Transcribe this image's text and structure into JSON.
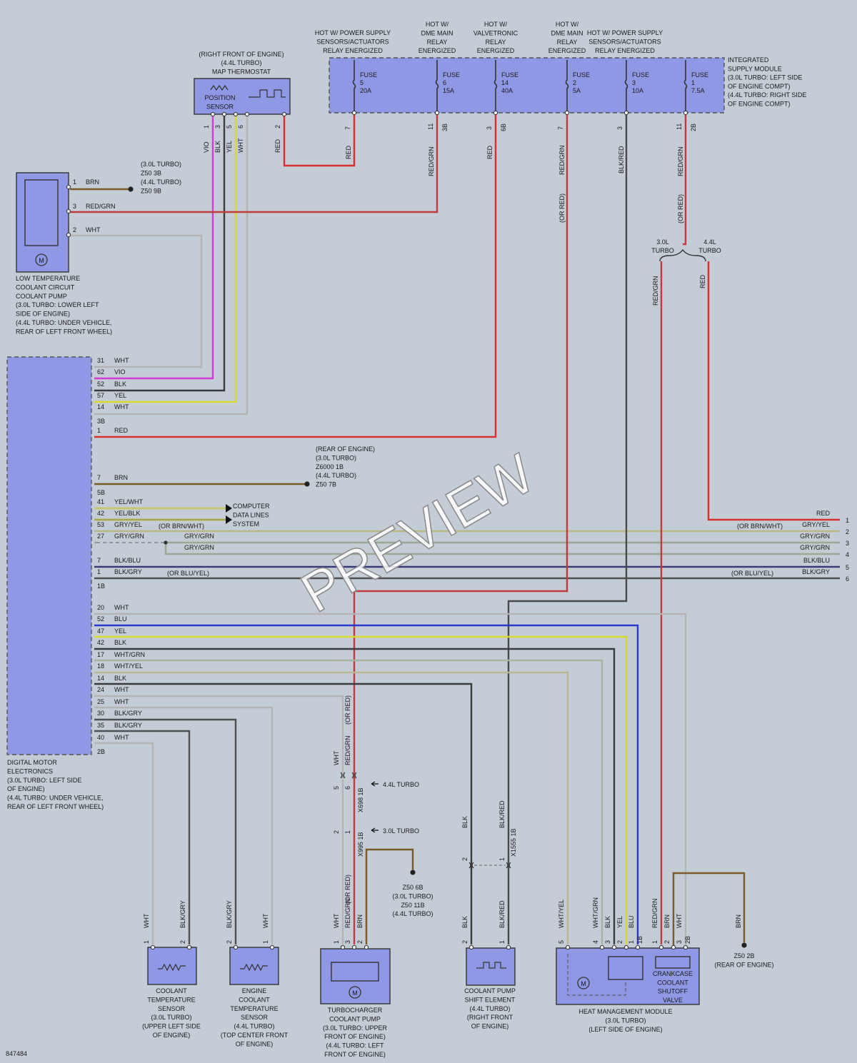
{
  "diagram_id": "847484",
  "watermark": "PREVIEW",
  "components": {
    "supply_module": [
      "INTEGRATED",
      "SUPPLY MODULE",
      "(3.0L TURBO: LEFT SIDE",
      "OF ENGINE COMPT)",
      "(4.4L TURBO: RIGHT SIDE",
      "OF ENGINE COMPT)"
    ],
    "map_thermostat": [
      "(RIGHT FRONT OF ENGINE)",
      "(4.4L TURBO)",
      "MAP THERMOSTAT"
    ],
    "position_sensor": [
      "POSITION",
      "SENSOR"
    ],
    "low_temp_pump": [
      "LOW TEMPERATURE",
      "COOLANT CIRCUIT",
      "COOLANT PUMP",
      "(3.0L TURBO: LOWER LEFT",
      "SIDE OF ENGINE)",
      "(4.4L TURBO: UNDER VEHICLE,",
      "REAR OF LEFT FRONT WHEEL)"
    ],
    "dme": [
      "DIGITAL MOTOR",
      "ELECTRONICS",
      "(3.0L TURBO: LEFT SIDE",
      "OF ENGINE)",
      "(4.4L TURBO: UNDER VEHICLE,",
      "REAR OF LEFT FRONT WHEEL)"
    ],
    "coolant_temp_sensor": [
      "COOLANT",
      "TEMPERATURE",
      "SENSOR",
      "(3.0L TURBO)",
      "(UPPER LEFT SIDE",
      "OF ENGINE)"
    ],
    "engine_coolant_temp_sensor": [
      "ENGINE",
      "COOLANT",
      "TEMPERATURE",
      "SENSOR",
      "(4.4L TURBO)",
      "(TOP CENTER FRONT",
      "OF ENGINE)"
    ],
    "turbo_pump": [
      "TURBOCHARGER",
      "COOLANT PUMP",
      "(3.0L TURBO: UPPER",
      "FRONT OF ENGINE)",
      "(4.4L TURBO: LEFT",
      "FRONT OF ENGINE)"
    ],
    "shift_element": [
      "COOLANT PUMP",
      "SHIFT ELEMENT",
      "(4.4L TURBO)",
      "(RIGHT FRONT",
      "OF ENGINE)"
    ],
    "heat_mgmt": [
      "HEAT MANAGEMENT MODULE",
      "(3.0L TURBO)",
      "(LEFT SIDE OF ENGINE)"
    ],
    "crankcase_valve": [
      "CRANKCASE",
      "COOLANT",
      "SHUTOFF",
      "VALVE"
    ],
    "motor_symbol": "M",
    "data_lines": [
      "COMPUTER",
      "DATA LINES",
      "SYSTEM"
    ]
  },
  "fuses": [
    {
      "header": [
        "HOT W/ POWER SUPPLY",
        "SENSORS/ACTUATORS",
        "RELAY ENERGIZED"
      ],
      "name": "FUSE",
      "number": "5",
      "rating": "20A",
      "pin": "7",
      "conn": "",
      "wire": "RED"
    },
    {
      "header": [
        "HOT W/",
        "DME MAIN",
        "RELAY",
        "ENERGIZED"
      ],
      "name": "FUSE",
      "number": "6",
      "rating": "15A",
      "pin": "11",
      "conn": "3B",
      "wire": "RED/GRN"
    },
    {
      "header": [
        "HOT W/",
        "VALVETRONIC",
        "RELAY",
        "ENERGIZED"
      ],
      "name": "FUSE",
      "number": "14",
      "rating": "40A",
      "pin": "3",
      "conn": "6B",
      "wire": "RED"
    },
    {
      "header": [
        "HOT W/",
        "DME MAIN",
        "RELAY",
        "ENERGIZED"
      ],
      "name": "FUSE",
      "number": "2",
      "rating": "5A",
      "pin": "7",
      "conn": "",
      "wire": "RED/GRN"
    },
    {
      "header": [
        "HOT W/ POWER SUPPLY",
        "SENSORS/ACTUATORS",
        "RELAY ENERGIZED"
      ],
      "name": "FUSE",
      "number": "3",
      "rating": "10A",
      "pin": "3",
      "conn": "",
      "wire": "BLK/RED"
    },
    {
      "header": [],
      "name": "FUSE",
      "number": "1",
      "rating": "7.5A",
      "pin": "11",
      "conn": "2B",
      "wire": "RED/GRN"
    }
  ],
  "labels": {
    "or_red": "(OR RED)",
    "or_brn_wht": "(OR BRN/WHT)",
    "or_blu_yel": "(OR BLU/YEL)",
    "turbo30": [
      "3.0L",
      "TURBO"
    ],
    "turbo44": [
      "4.4L",
      "TURBO"
    ],
    "red_grn": "RED/GRN",
    "red": "RED",
    "gnd_z50_3b": [
      "(3.0L TURBO)",
      "Z50 3B",
      "(4.4L TURBO)",
      "Z50 9B"
    ],
    "gnd_rear": [
      "(REAR OF ENGINE)",
      "(3.0L TURBO)",
      "Z6000 1B",
      "(4.4L TURBO)",
      "Z50 7B"
    ],
    "gnd_z50_6b": [
      "Z50 6B",
      "(3.0L TURBO)",
      "Z50 11B",
      "(4.4L TURBO)"
    ],
    "gnd_z50_2b": [
      "Z50 2B",
      "(REAR OF ENGINE)"
    ],
    "x698": "X698 1B",
    "x995": "X995 1B",
    "x1555": "X1555 1B",
    "conn_44": "4.4L TURBO",
    "conn_30": "3.0L TURBO"
  },
  "map_pins": [
    {
      "pin": "1",
      "wire": "VIO"
    },
    {
      "pin": "3",
      "wire": "BLK"
    },
    {
      "pin": "5",
      "wire": "YEL"
    },
    {
      "pin": "6",
      "wire": "WHT"
    },
    {
      "pin": "2",
      "wire": "RED"
    }
  ],
  "pump_pins": [
    {
      "pin": "1",
      "wire": "BRN"
    },
    {
      "pin": "3",
      "wire": "RED/GRN"
    },
    {
      "pin": "2",
      "wire": "WHT"
    }
  ],
  "dme_pins": [
    {
      "pin": "31",
      "wire": "WHT"
    },
    {
      "pin": "62",
      "wire": "VIO"
    },
    {
      "pin": "52",
      "wire": "BLK"
    },
    {
      "pin": "57",
      "wire": "YEL"
    },
    {
      "pin": "14",
      "wire": "WHT"
    },
    {
      "pin": "3B",
      "wire": ""
    },
    {
      "pin": "1",
      "wire": "RED"
    },
    {
      "pin": "7",
      "wire": "BRN"
    },
    {
      "pin": "5B",
      "wire": ""
    },
    {
      "pin": "41",
      "wire": "YEL/WHT"
    },
    {
      "pin": "42",
      "wire": "YEL/BLK"
    },
    {
      "pin": "53",
      "wire": "GRY/YEL"
    },
    {
      "pin": "27",
      "wire": "GRY/GRN"
    },
    {
      "pin": "7",
      "wire": "BLK/BLU"
    },
    {
      "pin": "1",
      "wire": "BLK/GRY"
    },
    {
      "pin": "1B",
      "wire": ""
    },
    {
      "pin": "20",
      "wire": "WHT"
    },
    {
      "pin": "52",
      "wire": "BLU"
    },
    {
      "pin": "47",
      "wire": "YEL"
    },
    {
      "pin": "42",
      "wire": "BLK"
    },
    {
      "pin": "17",
      "wire": "WHT/GRN"
    },
    {
      "pin": "18",
      "wire": "WHT/YEL"
    },
    {
      "pin": "14",
      "wire": "BLK"
    },
    {
      "pin": "24",
      "wire": "WHT"
    },
    {
      "pin": "25",
      "wire": "WHT"
    },
    {
      "pin": "30",
      "wire": "BLK/GRY"
    },
    {
      "pin": "35",
      "wire": "BLK/GRY"
    },
    {
      "pin": "40",
      "wire": "WHT"
    },
    {
      "pin": "2B",
      "wire": ""
    }
  ],
  "mid_labels": {
    "gry_grn_a": "GRY/GRN",
    "gry_grn_b": "GRY/GRN"
  },
  "right_edge": [
    {
      "num": "1",
      "wire": "RED"
    },
    {
      "num": "2",
      "wire": "GRY/YEL"
    },
    {
      "num": "3",
      "wire": "GRY/GRN"
    },
    {
      "num": "4",
      "wire": "GRY/GRN"
    },
    {
      "num": "5",
      "wire": "BLK/BLU"
    },
    {
      "num": "6",
      "wire": "BLK/GRY"
    }
  ],
  "bottom_pins": {
    "cts": [
      {
        "pin": "1",
        "wire": "WHT"
      },
      {
        "pin": "2",
        "wire": "BLK/GRY"
      }
    ],
    "ects": [
      {
        "pin": "2",
        "wire": "BLK/GRY"
      },
      {
        "pin": "1",
        "wire": "WHT"
      }
    ],
    "tcp": [
      {
        "pin": "1",
        "wire": "WHT"
      },
      {
        "pin": "3",
        "wire": "RED/GRN"
      },
      {
        "pin": "2",
        "wire": "BRN"
      }
    ],
    "tcp_upper": [
      {
        "pin": "5",
        "wire": "WHT"
      },
      {
        "pin": "6",
        "wire": "RED/GRN"
      }
    ],
    "tcp_mid": [
      {
        "pin": "2",
        "wire": ""
      },
      {
        "pin": "1",
        "wire": ""
      }
    ],
    "shift": [
      {
        "pin": "2",
        "wire": "BLK"
      },
      {
        "pin": "1",
        "wire": "BLK/RED"
      }
    ],
    "shift_mid": [
      {
        "pin": "2",
        "wire": "BLK"
      },
      {
        "pin": "1",
        "wire": "BLK/RED"
      }
    ],
    "hmm": [
      {
        "pin": "5",
        "wire": "WHT/YEL"
      },
      {
        "pin": "4",
        "wire": "WHT/GRN"
      },
      {
        "pin": "3",
        "wire": "BLK"
      },
      {
        "pin": "2",
        "wire": "YEL"
      },
      {
        "pin": "1",
        "wire": "BLU"
      },
      {
        "pin": "1B",
        "wire": ""
      }
    ],
    "ccv": [
      {
        "pin": "1",
        "wire": "RED/GRN"
      },
      {
        "pin": "2",
        "wire": "BRN"
      },
      {
        "pin": "3",
        "wire": "WHT"
      },
      {
        "pin": "2B",
        "wire": ""
      }
    ],
    "gnd_brn": "BRN"
  },
  "colors": {
    "RED": "#d63030",
    "RED/GRN": "#c23b3b",
    "BLK/RED": "#4a4a4a",
    "VIO": "#d43ad4",
    "BLK": "#3b3b3b",
    "YEL": "#d9d930",
    "WHT": "#b4b4b4",
    "BRN": "#7a5a26",
    "GRY/GRN": "#9aaa92",
    "GRY/YEL": "#b7b788",
    "BLU": "#2a3ad0",
    "BLK/BLU": "#3a3a7a",
    "BLK/GRY": "#505050",
    "WHT/GRN": "#a4b4a0",
    "WHT/YEL": "#b8b894",
    "YEL/WHT": "#c8c862",
    "YEL/BLK": "#a8a840"
  }
}
